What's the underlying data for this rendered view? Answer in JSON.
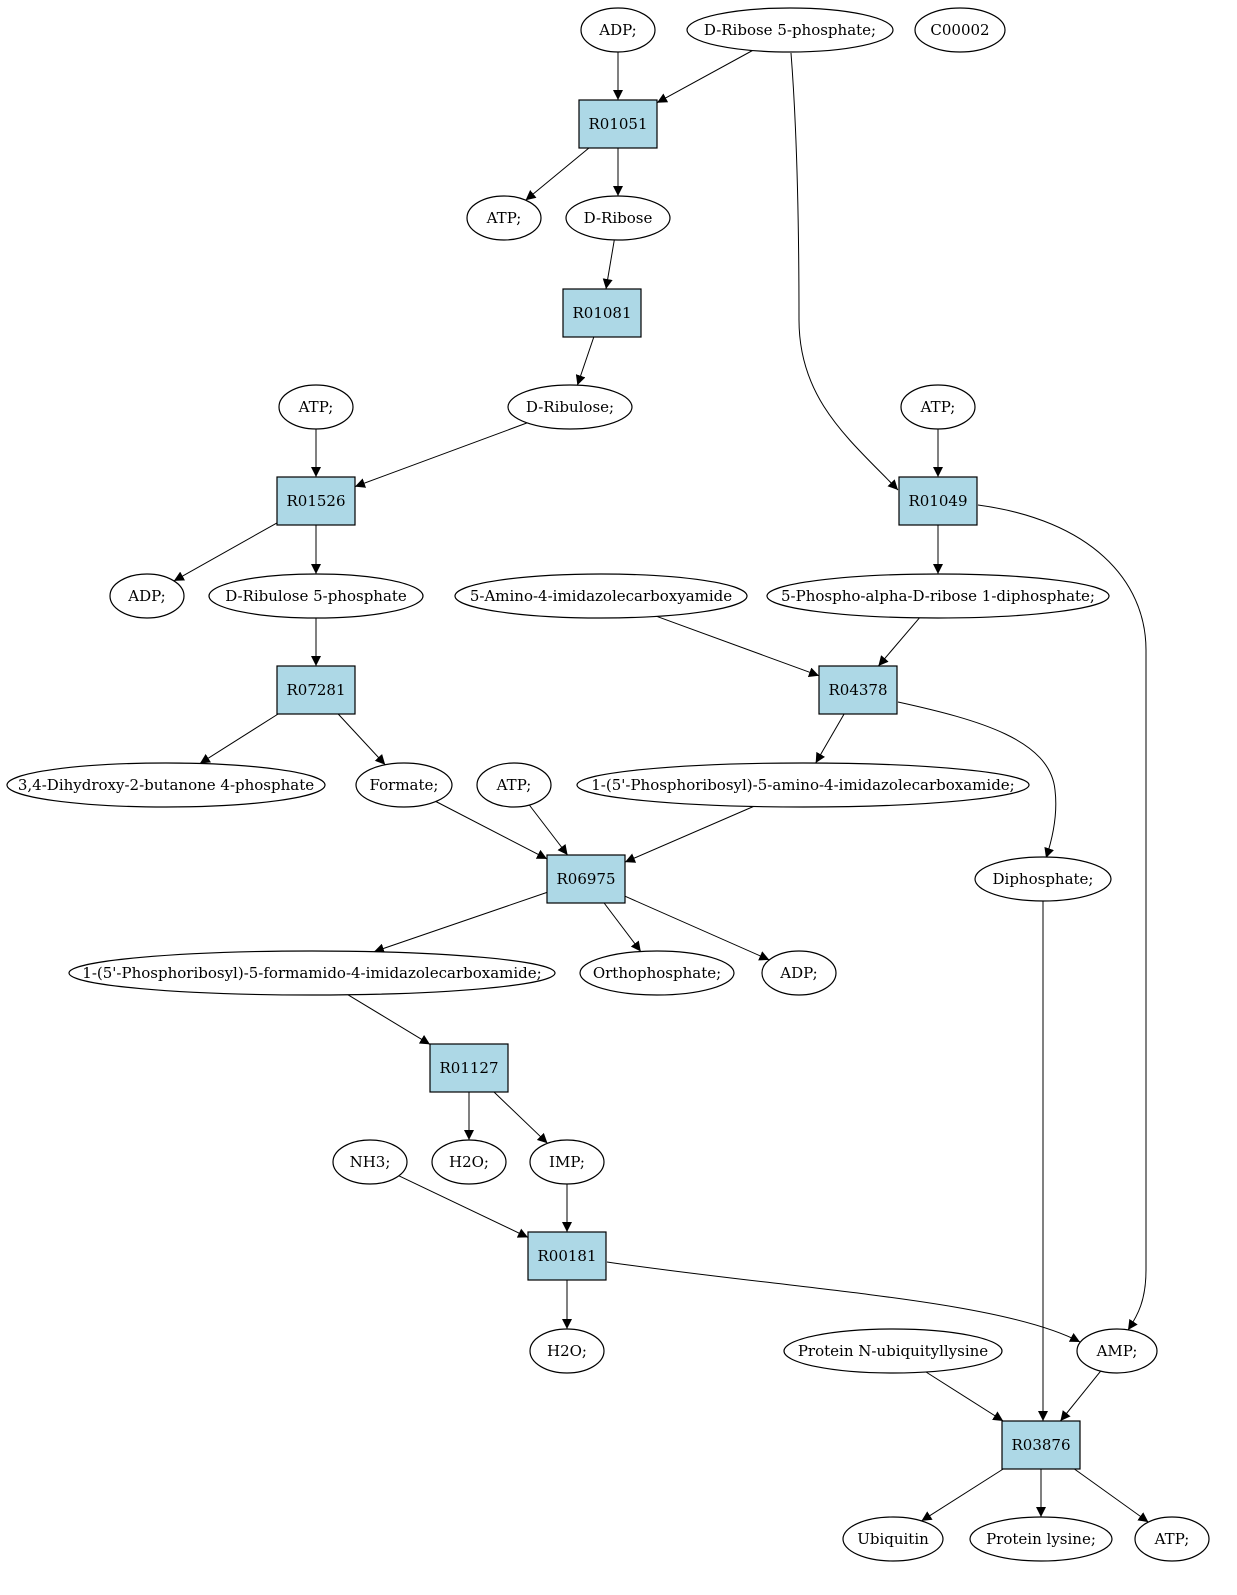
{
  "colors": {
    "reaction_fill": "#add8e6",
    "compound_fill": "#ffffff",
    "start_fill": "#00ee00",
    "highlight_fill": "#ffff00",
    "stroke": "#000000"
  },
  "nodes": [
    {
      "id": "adp_top",
      "label": "ADP;",
      "type": "compound"
    },
    {
      "id": "dr5p",
      "label": "D-Ribose 5-phosphate;",
      "type": "start"
    },
    {
      "id": "c00002",
      "label": "C00002",
      "type": "highlight"
    },
    {
      "id": "R01051",
      "label": "R01051",
      "type": "reaction"
    },
    {
      "id": "atp1",
      "label": "ATP;",
      "type": "compound"
    },
    {
      "id": "dribose",
      "label": "D-Ribose",
      "type": "compound"
    },
    {
      "id": "R01081",
      "label": "R01081",
      "type": "reaction"
    },
    {
      "id": "atp2",
      "label": "ATP;",
      "type": "compound"
    },
    {
      "id": "dribulose",
      "label": "D-Ribulose;",
      "type": "compound"
    },
    {
      "id": "atp3",
      "label": "ATP;",
      "type": "compound"
    },
    {
      "id": "R01526",
      "label": "R01526",
      "type": "reaction"
    },
    {
      "id": "R01049",
      "label": "R01049",
      "type": "reaction"
    },
    {
      "id": "adp2",
      "label": "ADP;",
      "type": "compound"
    },
    {
      "id": "dru5p",
      "label": "D-Ribulose 5-phosphate",
      "type": "compound"
    },
    {
      "id": "aica",
      "label": "5-Amino-4-imidazolecarboxyamide",
      "type": "compound"
    },
    {
      "id": "prpp",
      "label": "5-Phospho-alpha-D-ribose 1-diphosphate;",
      "type": "compound"
    },
    {
      "id": "R07281",
      "label": "R07281",
      "type": "reaction"
    },
    {
      "id": "R04378",
      "label": "R04378",
      "type": "reaction"
    },
    {
      "id": "dhbp",
      "label": "3,4-Dihydroxy-2-butanone 4-phosphate",
      "type": "compound"
    },
    {
      "id": "formate",
      "label": "Formate;",
      "type": "compound"
    },
    {
      "id": "atp4",
      "label": "ATP;",
      "type": "compound"
    },
    {
      "id": "aicar",
      "label": "1-(5'-Phosphoribosyl)-5-amino-4-imidazolecarboxamide;",
      "type": "compound"
    },
    {
      "id": "R06975",
      "label": "R06975",
      "type": "reaction"
    },
    {
      "id": "diphosphate",
      "label": "Diphosphate;",
      "type": "compound"
    },
    {
      "id": "faicar",
      "label": "1-(5'-Phosphoribosyl)-5-formamido-4-imidazolecarboxamide;",
      "type": "compound"
    },
    {
      "id": "orthophosphate",
      "label": "Orthophosphate;",
      "type": "compound"
    },
    {
      "id": "adp3",
      "label": "ADP;",
      "type": "compound"
    },
    {
      "id": "R01127",
      "label": "R01127",
      "type": "reaction"
    },
    {
      "id": "nh3",
      "label": "NH3;",
      "type": "compound"
    },
    {
      "id": "h2o1",
      "label": "H2O;",
      "type": "compound"
    },
    {
      "id": "imp",
      "label": "IMP;",
      "type": "compound"
    },
    {
      "id": "R00181",
      "label": "R00181",
      "type": "reaction"
    },
    {
      "id": "h2o2",
      "label": "H2O;",
      "type": "compound"
    },
    {
      "id": "pnul",
      "label": "Protein N-ubiquityllysine",
      "type": "compound"
    },
    {
      "id": "amp",
      "label": "AMP;",
      "type": "compound"
    },
    {
      "id": "R03876",
      "label": "R03876",
      "type": "reaction"
    },
    {
      "id": "ubiquitin",
      "label": "Ubiquitin",
      "type": "compound"
    },
    {
      "id": "plysine",
      "label": "Protein lysine;",
      "type": "compound"
    },
    {
      "id": "atp5",
      "label": "ATP;",
      "type": "compound"
    }
  ],
  "edges": [
    {
      "from": "adp_top",
      "to": "R01051"
    },
    {
      "from": "dr5p",
      "to": "R01051"
    },
    {
      "from": "dr5p",
      "to": "R01049"
    },
    {
      "from": "R01051",
      "to": "atp1"
    },
    {
      "from": "R01051",
      "to": "dribose"
    },
    {
      "from": "dribose",
      "to": "R01081"
    },
    {
      "from": "R01081",
      "to": "dribulose"
    },
    {
      "from": "atp2",
      "to": "R01526"
    },
    {
      "from": "dribulose",
      "to": "R01526"
    },
    {
      "from": "atp3",
      "to": "R01049"
    },
    {
      "from": "R01526",
      "to": "adp2"
    },
    {
      "from": "R01526",
      "to": "dru5p"
    },
    {
      "from": "R01049",
      "to": "prpp"
    },
    {
      "from": "R01049",
      "to": "amp"
    },
    {
      "from": "dru5p",
      "to": "R07281"
    },
    {
      "from": "aica",
      "to": "R04378"
    },
    {
      "from": "prpp",
      "to": "R04378"
    },
    {
      "from": "R07281",
      "to": "dhbp"
    },
    {
      "from": "R07281",
      "to": "formate"
    },
    {
      "from": "R04378",
      "to": "aicar"
    },
    {
      "from": "R04378",
      "to": "diphosphate"
    },
    {
      "from": "formate",
      "to": "R06975"
    },
    {
      "from": "atp4",
      "to": "R06975"
    },
    {
      "from": "aicar",
      "to": "R06975"
    },
    {
      "from": "R06975",
      "to": "faicar"
    },
    {
      "from": "R06975",
      "to": "orthophosphate"
    },
    {
      "from": "R06975",
      "to": "adp3"
    },
    {
      "from": "diphosphate",
      "to": "R03876"
    },
    {
      "from": "faicar",
      "to": "R01127"
    },
    {
      "from": "R01127",
      "to": "h2o1"
    },
    {
      "from": "R01127",
      "to": "imp"
    },
    {
      "from": "nh3",
      "to": "R00181"
    },
    {
      "from": "imp",
      "to": "R00181"
    },
    {
      "from": "R00181",
      "to": "h2o2"
    },
    {
      "from": "R00181",
      "to": "amp"
    },
    {
      "from": "pnul",
      "to": "R03876"
    },
    {
      "from": "amp",
      "to": "R03876"
    },
    {
      "from": "R03876",
      "to": "ubiquitin"
    },
    {
      "from": "R03876",
      "to": "plysine"
    },
    {
      "from": "R03876",
      "to": "atp5"
    }
  ]
}
